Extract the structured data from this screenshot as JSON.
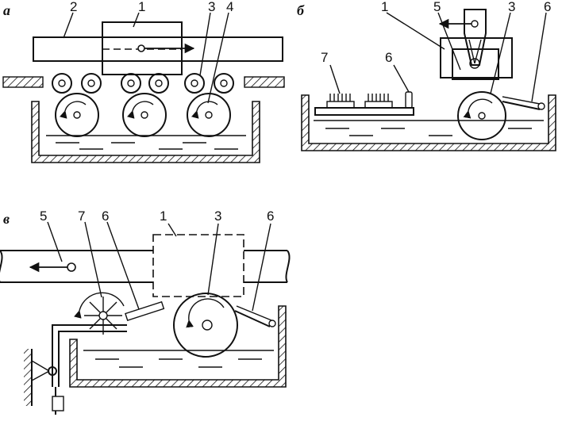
{
  "panels": {
    "a": {
      "letter": "а",
      "labels": [
        "1",
        "2",
        "3",
        "4"
      ]
    },
    "b": {
      "letter": "б",
      "labels": [
        "1",
        "5",
        "3",
        "6",
        "7",
        "6"
      ]
    },
    "c": {
      "letter": "в",
      "labels": [
        "5",
        "7",
        "6",
        "1",
        "3",
        "6"
      ]
    }
  }
}
